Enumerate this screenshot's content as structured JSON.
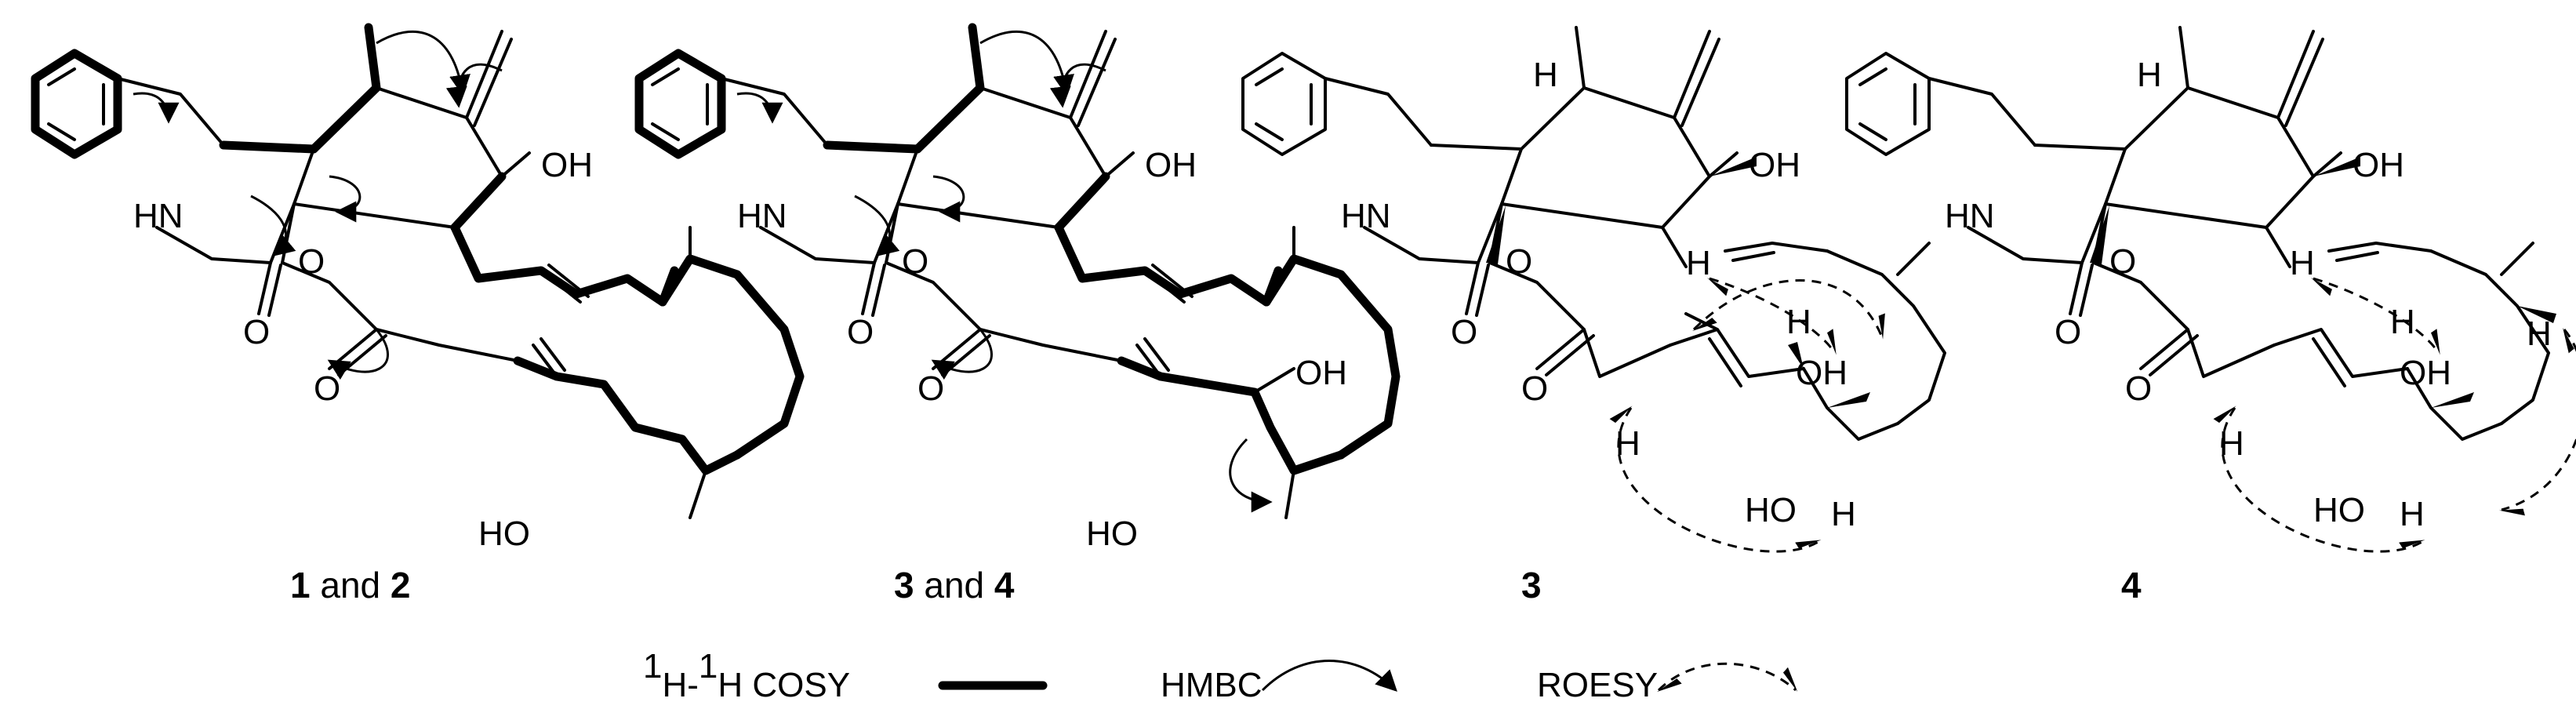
{
  "atom_labels": {
    "oh": "OH",
    "ho": "HO",
    "hn": "HN",
    "o": "O",
    "h": "H"
  },
  "compounds": [
    {
      "id": "a",
      "caption_n1": "1",
      "caption_mid": " and ",
      "caption_n2": "2"
    },
    {
      "id": "b",
      "caption_n1": "3",
      "caption_mid": " and ",
      "caption_n2": "4"
    },
    {
      "id": "c",
      "caption_n1": "3",
      "caption_mid": "",
      "caption_n2": ""
    },
    {
      "id": "d",
      "caption_n1": "4",
      "caption_mid": "",
      "caption_n2": ""
    }
  ],
  "legend": {
    "cosy_sup1": "1",
    "cosy_h1": "H-",
    "cosy_sup2": "1",
    "cosy_rest": "H COSY",
    "hmbc": "HMBC",
    "roesy": "ROESY"
  }
}
